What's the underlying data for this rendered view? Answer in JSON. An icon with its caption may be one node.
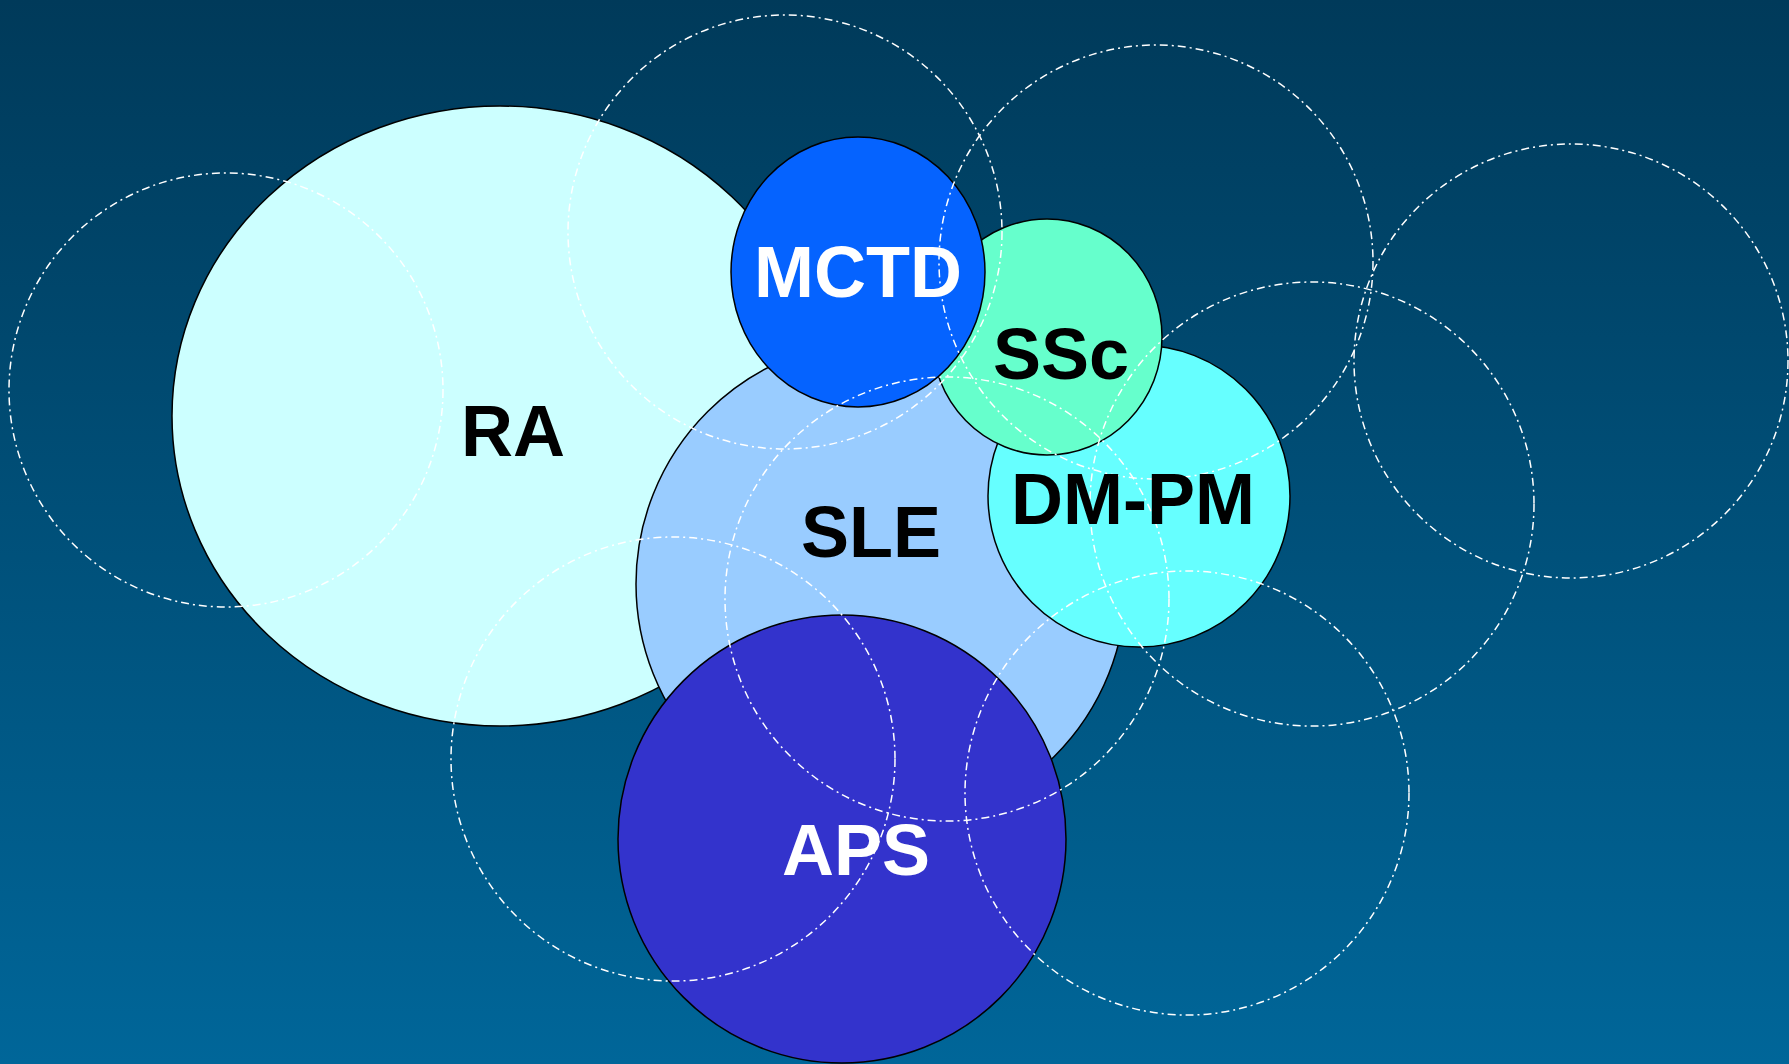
{
  "diagram": {
    "nodes": [
      {
        "text": [
          "MCTD"
        ]
      },
      {
        "text": [
          "SSc"
        ]
      },
      {
        "text": [
          "RA"
        ]
      },
      {
        "text": [
          "DM-PM"
        ]
      },
      {
        "text": [
          "SLE"
        ]
      },
      {
        "text": [
          "APS"
        ]
      }
    ]
  }
}
